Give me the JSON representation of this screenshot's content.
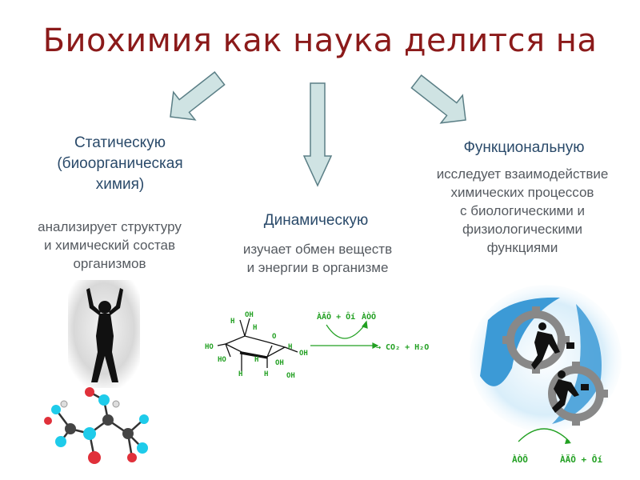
{
  "title": "Биохимия как наука делится на",
  "branches": [
    {
      "name_lines": [
        "Статическую",
        "(биоорганическая",
        "химия)"
      ],
      "desc_lines": [
        "анализирует структуру",
        "и химический состав",
        "организмов"
      ]
    },
    {
      "name_lines": [
        "Динамическую"
      ],
      "desc_lines": [
        "изучает обмен веществ",
        "и энергии в организме"
      ]
    },
    {
      "name_lines": [
        "Функциональную"
      ],
      "desc_lines": [
        "исследует взаимодействие",
        "химических процессов",
        "с биологическими и",
        "физиологическими",
        "функциями"
      ]
    }
  ],
  "glucose": {
    "atoms": [
      "OH",
      "H",
      "H",
      "O",
      "HO",
      "HO",
      "H",
      "H",
      "OH",
      "H",
      "OH",
      "H",
      "OH"
    ],
    "reaction_top_left": "ÀÄÔ + Ôí",
    "reaction_top_right": "ÀÒÔ",
    "products": "→ CO₂ + H₂O"
  },
  "functional_reaction": {
    "left": "ÀÒÔ",
    "right": "ÀÄÔ + Ôí"
  },
  "colors": {
    "title": "#8b1a1a",
    "category": "#2a4a6a",
    "description": "#555a60",
    "arrow_fill": "#cfe3e3",
    "arrow_stroke": "#5b7f86",
    "chem_green": "#22a022"
  }
}
